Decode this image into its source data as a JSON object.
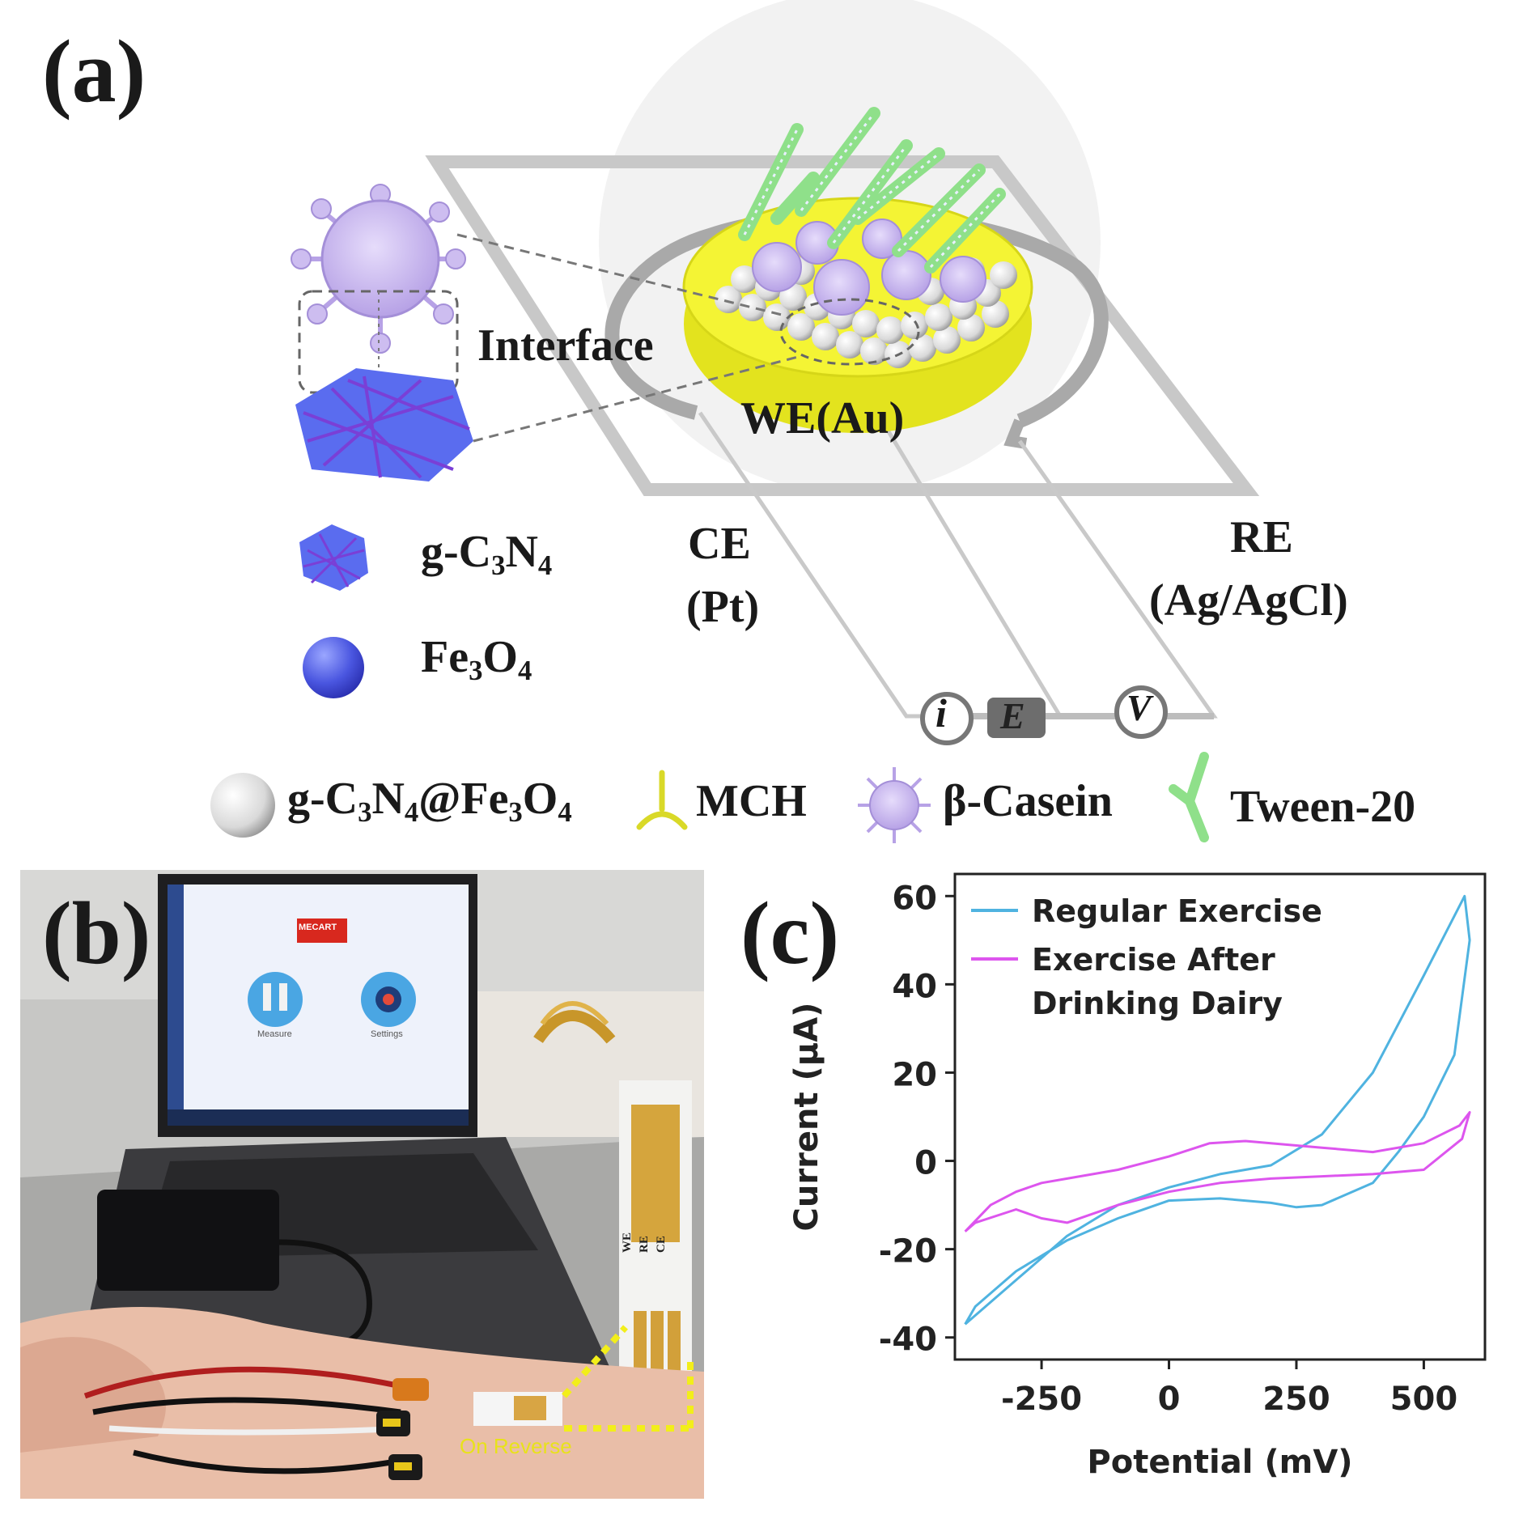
{
  "panel_a": {
    "letter": "(a)",
    "interface": "Interface",
    "we": "WE(Au)",
    "ce": "CE",
    "ce_mat": "(Pt)",
    "re": "RE",
    "re_mat": "(Ag/AgCl)",
    "meter_i": "i",
    "meter_e": "E",
    "meter_v": "V",
    "gcn_base": "g-C",
    "gcn_sub1": "3",
    "gcn_mid": "N",
    "gcn_sub2": "4",
    "fe_base": "Fe",
    "fe_sub1": "3",
    "fe_mid": "O",
    "fe_sub2": "4",
    "legend": {
      "composite_a": "g-C",
      "composite_s1": "3",
      "composite_b": "N",
      "composite_s2": "4",
      "composite_c": "@Fe",
      "composite_s3": "3",
      "composite_d": "O",
      "composite_s4": "4",
      "mch": "MCH",
      "casein": "β-Casein",
      "tween": "Tween-20"
    },
    "colors": {
      "gold_yellow": "#f2f230",
      "virus": "#c8b8ec",
      "nanosheet": "#5466e8",
      "tween": "#8fe08a"
    }
  },
  "panel_b": {
    "letter": "(b)",
    "app_logo": "MECART",
    "app_item_1": "Measure",
    "app_item_2": "Settings",
    "electrode_we": "WE",
    "electrode_re": "RE",
    "electrode_ce": "CE",
    "on_reverse": "On Reverse"
  },
  "panel_c": {
    "letter": "(c)"
  },
  "chart_data": {
    "type": "line",
    "xlabel": "Potential (mV)",
    "ylabel": "Current (μA)",
    "xlim": [
      -420,
      620
    ],
    "ylim": [
      -45,
      65
    ],
    "xticks": [
      -250,
      0,
      250,
      500
    ],
    "yticks": [
      -40,
      -20,
      0,
      20,
      40,
      60
    ],
    "grid": false,
    "legend_position": "top-left",
    "series": [
      {
        "name": "Regular Exercise",
        "color": "#4fb3e0",
        "x": [
          -400,
          -300,
          -200,
          -100,
          0,
          100,
          200,
          300,
          400,
          500,
          580,
          590,
          560,
          500,
          450,
          400,
          300,
          250,
          200,
          100,
          0,
          -100,
          -200,
          -300,
          -380,
          -400
        ],
        "y": [
          -37,
          -27,
          -17,
          -10,
          -6,
          -3,
          -1,
          6,
          20,
          42,
          60,
          50,
          24,
          10,
          2,
          -5,
          -10,
          -10.5,
          -9.5,
          -8.5,
          -9,
          -13,
          -18,
          -25,
          -33,
          -37
        ]
      },
      {
        "name": "Exercise After Drinking Dairy",
        "color": "#dd55ee",
        "x": [
          -400,
          -350,
          -300,
          -250,
          -200,
          -100,
          0,
          80,
          150,
          200,
          300,
          400,
          500,
          570,
          590,
          575,
          500,
          400,
          300,
          200,
          100,
          0,
          -100,
          -200,
          -250,
          -300,
          -380,
          -400
        ],
        "y": [
          -16,
          -10,
          -7,
          -5,
          -4,
          -2,
          1,
          4,
          4.5,
          4,
          3,
          2,
          4,
          8,
          11,
          5,
          -2,
          -3,
          -3.5,
          -4,
          -5,
          -7,
          -10,
          -14,
          -13,
          -11,
          -14,
          -16
        ]
      }
    ]
  }
}
